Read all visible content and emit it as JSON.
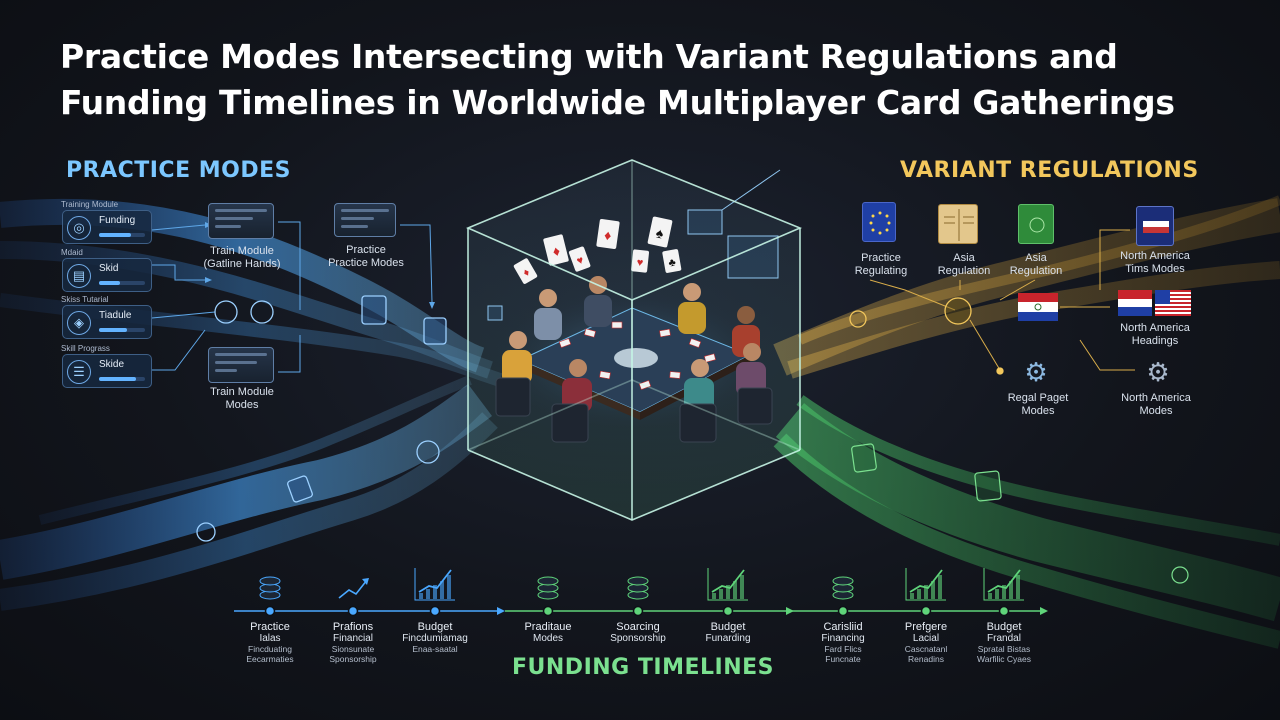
{
  "title_line1": "Practice Modes Intersecting with Variant Regulations and",
  "title_line2": "Funding Timelines in Worldwide Multiplayer Card Gatherings",
  "sections": {
    "practice": "PRACTICE MODES",
    "variant": "VARIANT REGULATIONS",
    "funding": "FUNDING TIMELINES"
  },
  "practice_cards": [
    {
      "caption": "Training Module",
      "text": "Funding",
      "progress": 0.7,
      "icon": "target-icon"
    },
    {
      "caption": "Mdaid",
      "text": "Skid",
      "progress": 0.45,
      "icon": "chart-icon"
    },
    {
      "caption": "Skiss Tutarial",
      "text": "Tiadule",
      "progress": 0.6,
      "icon": "module-icon"
    },
    {
      "caption": "Skill Prograss",
      "text": "Skide",
      "progress": 0.8,
      "icon": "list-icon"
    }
  ],
  "practice_screens": [
    {
      "line1": "Train Module",
      "line2": "(Gatline Hands)"
    },
    {
      "line1": "Practice",
      "line2": "Practice Modes"
    },
    {
      "line1": "Train Module",
      "line2": "Modes"
    }
  ],
  "variant_items": [
    {
      "line1": "Practice",
      "line2": "Regulating"
    },
    {
      "line1": "Asia",
      "line2": "Regulation"
    },
    {
      "line1": "Asia",
      "line2": "Regulation"
    },
    {
      "line1": "North America",
      "line2": "Tims Modes"
    },
    {
      "line1": "North America",
      "line2": "Headings"
    },
    {
      "line1": "Regal Paget",
      "line2": "Modes"
    },
    {
      "line1": "North America",
      "line2": "Modes"
    }
  ],
  "timeline": [
    {
      "label": "Practice",
      "sub1": "Ialas",
      "sub2": "Fincduating",
      "sub3": "Eecarmaties",
      "icon": "coin-stack-icon",
      "color": "#4aa8ff"
    },
    {
      "label": "Prafions",
      "sub1": "Financial",
      "sub2": "Sionsunate",
      "sub3": "Sponsorship",
      "icon": "growth-arrow-icon",
      "color": "#4aa8ff"
    },
    {
      "label": "Budget",
      "sub1": "Fincdumiamag",
      "sub2": "Enaa-saatal",
      "sub3": "",
      "icon": "bar-chart-icon",
      "color": "#4aa8ff"
    },
    {
      "label": "Praditaue",
      "sub1": "Modes",
      "sub2": "",
      "sub3": "",
      "icon": "coin-stack-icon",
      "color": "#5fd47a"
    },
    {
      "label": "Soarcing",
      "sub1": "Sponsorship",
      "sub2": "",
      "sub3": "",
      "icon": "coin-stack-icon",
      "color": "#5fd47a"
    },
    {
      "label": "Budget",
      "sub1": "Funarding",
      "sub2": "",
      "sub3": "",
      "icon": "bar-chart-icon",
      "color": "#5fd47a"
    },
    {
      "label": "Carisliid",
      "sub1": "Financing",
      "sub2": "Fard Flics",
      "sub3": "Funcnate",
      "icon": "coin-stack-icon",
      "color": "#5fd47a"
    },
    {
      "label": "Prefgere",
      "sub1": "Lacial",
      "sub2": "Cascnatanl",
      "sub3": "Renadins",
      "icon": "bar-chart-icon",
      "color": "#5fd47a"
    },
    {
      "label": "Budget",
      "sub1": "Frandal",
      "sub2": "Spratal Bistas",
      "sub3": "Warfilic Cyaes",
      "icon": "bar-chart-icon",
      "color": "#5fd47a"
    }
  ],
  "colors": {
    "practice": "#4aa8ff",
    "variant": "#f2c75c",
    "funding": "#5fd47a",
    "cube_edge": "#b8ffd9"
  }
}
